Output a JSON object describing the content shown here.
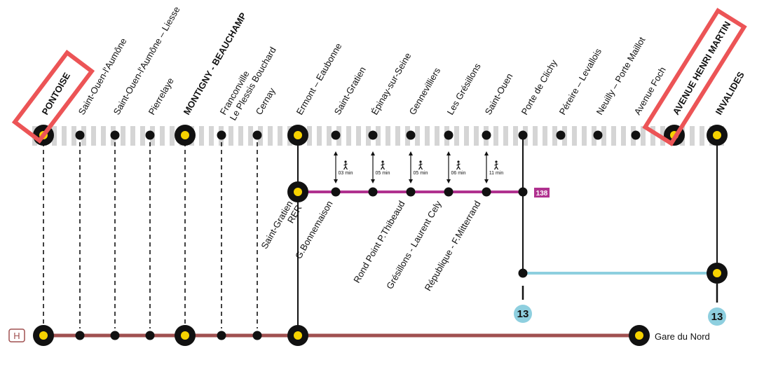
{
  "colors": {
    "rer_track_light": "#d5d5d5",
    "rer_track_dark": "#ffffff",
    "tram_line": "#b0318f",
    "metro_13": "#8ecfdf",
    "rer_h": "#a05050",
    "station_fill": "#f6d200",
    "station_ring": "#111111",
    "highlight_box": "#ec5456"
  },
  "top_stations": [
    {
      "name": "PONTOISE",
      "bold": true,
      "major": true
    },
    {
      "name": "Saint-Ouen-l'Aumône",
      "bold": false,
      "major": false
    },
    {
      "name": "Saint-Ouen-l'Aumône – Liesse",
      "bold": false,
      "major": false
    },
    {
      "name": "Pierrelaye",
      "bold": false,
      "major": false
    },
    {
      "name": "MONTIGNY - BEAUCHAMP",
      "bold": true,
      "major": true
    },
    {
      "name": "Franconville",
      "name2": "Le Plessis Bouchard",
      "bold": false,
      "major": false
    },
    {
      "name": "Cernay",
      "bold": false,
      "major": false
    },
    {
      "name": "Ermont – Eaubonne",
      "bold": false,
      "major": true
    },
    {
      "name": "Saint-Gratien",
      "bold": false,
      "major": false
    },
    {
      "name": "Épinay-sur-Seine",
      "bold": false,
      "major": false
    },
    {
      "name": "Gennevilliers",
      "bold": false,
      "major": false
    },
    {
      "name": "Les Grésillons",
      "bold": false,
      "major": false
    },
    {
      "name": "Saint-Ouen",
      "bold": false,
      "major": false
    },
    {
      "name": "Porte de Clichy",
      "bold": false,
      "major": false
    },
    {
      "name": "Péreire – Levallois",
      "bold": false,
      "major": false
    },
    {
      "name": "Neuilly – Porte Maillot",
      "bold": false,
      "major": false
    },
    {
      "name": "Avenue Foch",
      "bold": false,
      "major": false
    },
    {
      "name": "AVENUE HENRI MARTIN",
      "bold": true,
      "major": true
    },
    {
      "name": "INVALIDES",
      "bold": true,
      "major": true
    }
  ],
  "tram_stations": [
    {
      "name": "Saint-Gratien",
      "name2": "RER"
    },
    {
      "name": "G.Bonnemaison"
    },
    {
      "name": "Rond Point P.Thibeaud"
    },
    {
      "name": "Grésillons - Laurent Cely"
    },
    {
      "name": "République - F.Mitterrand"
    }
  ],
  "walk_times": [
    "03 min",
    "05 min",
    "05 min",
    "06 min",
    "11 min"
  ],
  "tram_badge": "138",
  "metro_badge": "13",
  "rer_badge": "H",
  "terminus": "Gare du Nord",
  "highlighted": [
    "PONTOISE",
    "AVENUE HENRI MARTIN"
  ]
}
